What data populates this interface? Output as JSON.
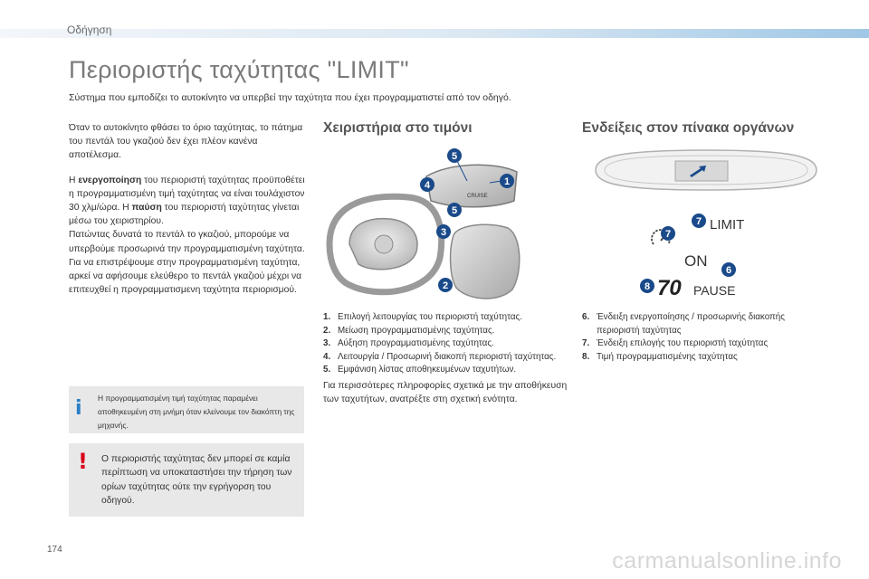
{
  "header": {
    "section": "Οδήγηση"
  },
  "title": "Περιοριστής ταχύτητας \"LIMIT\"",
  "subtitle": "Σύστημα που εμποδίζει το αυτοκίνητο να υπερβεί την ταχύτητα που έχει προγραμματιστεί από τον οδηγό.",
  "left": {
    "p1": "Όταν το αυτοκίνητο φθάσει το όριο ταχύτητας, το πάτημα του πεντάλ του γκαζιού δεν έχει πλέον κανένα αποτέλεσμα.",
    "p2_pre": "Η ",
    "p2_bold1": "ενεργοποίηση",
    "p2_mid": " του περιοριστή ταχύτητας προϋποθέτει η προγραμματισμένη τιμή ταχύτητας να είναι τουλάχιστον 30 χλμ/ώρα. Η ",
    "p2_bold2": "παύση",
    "p2_post": " του περιοριστή ταχύτητας γίνεται μέσω του χειριστηρίου.",
    "p3": "Πατώντας δυνατά το πεντάλ το γκαζιού, μπορούμε να υπερβούμε προσωρινά την προγραμματισμένη ταχύτητα.",
    "p4": "Για να επιστρέψουμε στην προγραμματισμένη ταχύτητα, αρκεί να αφήσουμε ελεύθερο το πεντάλ γκαζιού μέχρι να επιτευχθεί η προγραμματισμενη ταχύτητα περιορισμού."
  },
  "info_box": {
    "icon": "i",
    "text": "Η προγραμματισμένη τιμή ταχύτητας παραμένει αποθηκευμένη στη μνήμη όταν κλείνουμε τον διακόπτη της μηχανής."
  },
  "warning_box": {
    "icon": "!",
    "text": "Ο περιοριστής ταχύτητας δεν μπορεί σε καμία περίπτωση να υποκαταστήσει την τήρηση των ορίων ταχύτητας ούτε την εγρήγορση του οδηγού."
  },
  "steering": {
    "heading": "Χειριστήρια στο τιμόνι",
    "callouts": [
      "5",
      "4",
      "1",
      "5",
      "3",
      "2"
    ],
    "stalk_label": "CRUISE",
    "items": [
      {
        "num": "1.",
        "text": "Επιλογή λειτουργίας του περιοριστή ταχύτητας."
      },
      {
        "num": "2.",
        "text": "Μείωση προγραμματισμένης ταχύτητας."
      },
      {
        "num": "3.",
        "text": "Αύξηση προγραμματισμένης ταχύτητας."
      },
      {
        "num": "4.",
        "text": "Λειτουργία / Προσωρινή διακοπή περιοριστή ταχύτητας."
      },
      {
        "num": "5.",
        "text": "Εμφάνιση λίστας αποθηκευμένων ταχυτήτων."
      }
    ],
    "more_info": "Για περισσότερες πληροφορίες σχετικά με την αποθήκευση των ταχυτήτων, ανατρέξτε στη σχετική ενότητα."
  },
  "dashboard": {
    "heading": "Ενδείξεις στον πίνακα οργάνων",
    "limit_label": "LIMIT",
    "on_label": "ON",
    "speed_value": "70",
    "pause_label": "PAUSE",
    "callouts": [
      "7",
      "7",
      "6",
      "8"
    ],
    "items": [
      {
        "num": "6.",
        "text": "Ένδειξη ενεργοποίησης / προσωρινής διακοπής περιοριστή ταχύτητας"
      },
      {
        "num": "7.",
        "text": "Ένδειξη επιλογής του περιοριστή ταχύτητας"
      },
      {
        "num": "8.",
        "text": "Τιμή προγραμματισμένης ταχύτητας"
      }
    ]
  },
  "footer": {
    "page_number": "174",
    "watermark": "carmanualsonline.info"
  },
  "colors": {
    "callout": "#1a4a8a",
    "info_icon": "#2a7fc6",
    "warning_icon": "#d9001b"
  }
}
